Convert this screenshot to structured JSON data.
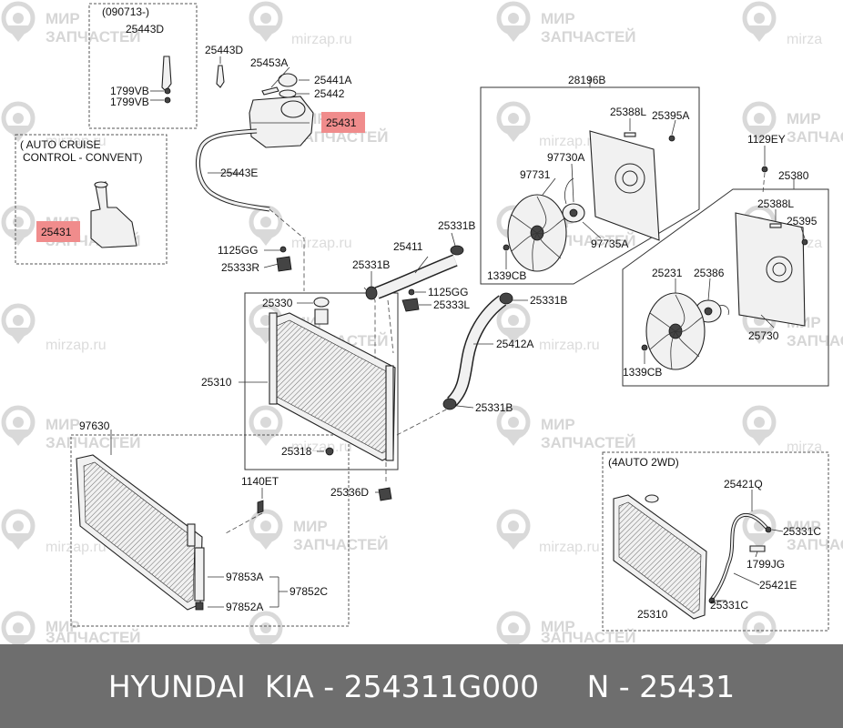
{
  "watermark": {
    "line1": "МИР",
    "line2": "ЗАПЧАСТЕЙ",
    "url": "mirzap.ru",
    "url_short": "mirza"
  },
  "highlight_color": "#f08c8c",
  "labels": {
    "group_0907": "(090713-)",
    "auto_cruise_1": "( AUTO CRUISE",
    "auto_cruise_2": "CONTROL - CONVENT)",
    "auto2wd": "(4AUTO 2WD)",
    "p25443D_a": "25443D",
    "p1799VB_a": "1799VB",
    "p1799VB_b": "1799VB",
    "p25443D_b": "25443D",
    "p25453A": "25453A",
    "p25441A": "25441A",
    "p25442": "25442",
    "p25431_main": "25431",
    "p25431_cruise": "25431",
    "p25443E": "25443E",
    "p1125GG_a": "1125GG",
    "p25333R": "25333R",
    "p25411": "25411",
    "p25331B_a": "25331B",
    "p25331B_b": "25331B",
    "p1125GG_b": "1125GG",
    "p25333L": "25333L",
    "p25331B_c": "25331B",
    "p25330": "25330",
    "p25412A": "25412A",
    "p25310_main": "25310",
    "p25331B_d": "25331B",
    "p25318": "25318",
    "p25336D": "25336D",
    "p97630": "97630",
    "p1140ET": "1140ET",
    "p97853A": "97853A",
    "p97852C": "97852C",
    "p97852A": "97852A",
    "p28196B": "28196B",
    "p25388L_a": "25388L",
    "p25395A": "25395A",
    "p97730A": "97730A",
    "p97731": "97731",
    "p97735A": "97735A",
    "p1339CB_a": "1339CB",
    "p1129EY": "1129EY",
    "p25380": "25380",
    "p25388L_b": "25388L",
    "p25395": "25395",
    "p25231": "25231",
    "p25386": "25386",
    "p25730": "25730",
    "p1339CB_b": "1339CB",
    "p25421Q": "25421Q",
    "p25331C_a": "25331C",
    "p1799JG": "1799JG",
    "p25421E": "25421E",
    "p25331C_b": "25331C",
    "p25310_b": "25310"
  },
  "footer": {
    "brand": "HYUNDAI  KIA",
    "sep": " - ",
    "part_no": "254311G000",
    "gap": "     ",
    "n": "N - 25431"
  }
}
